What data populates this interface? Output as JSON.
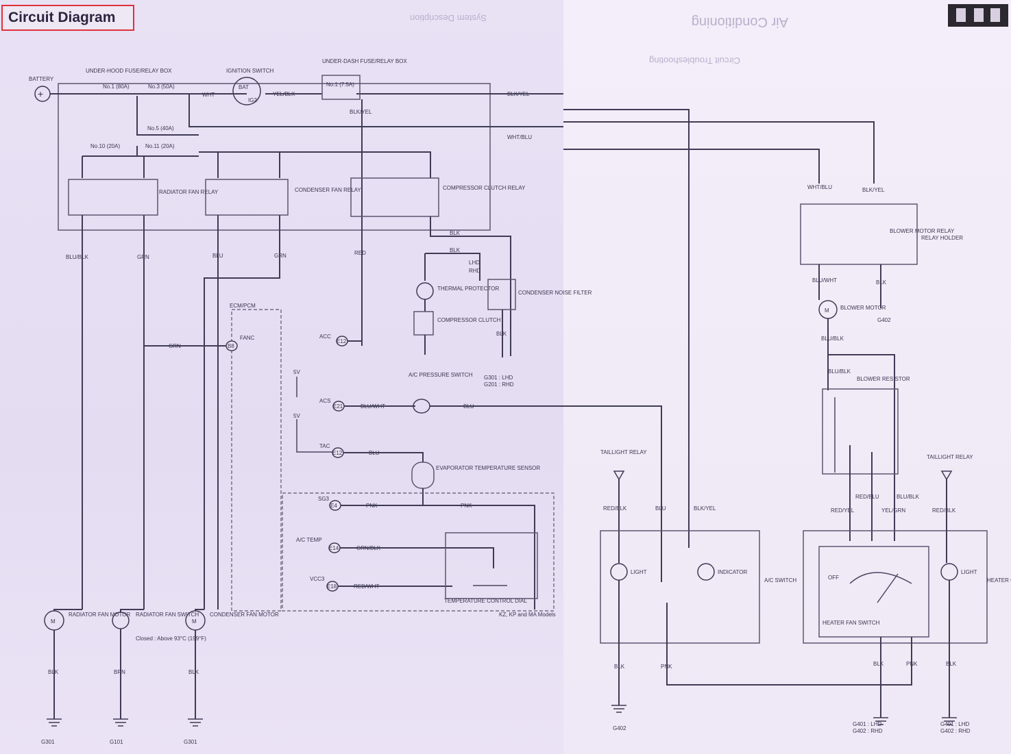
{
  "title": "Circuit Diagram",
  "header_right": {
    "section": "Air Conditioning"
  },
  "left_components": {
    "battery": "BATTERY",
    "underhood_box": "UNDER-HOOD FUSE/RELAY BOX",
    "fuse1": "No.1 (80A)",
    "fuse3": "No.3 (50A)",
    "fuse5": "No.5 (40A)",
    "fuse10": "No.10 (20A)",
    "fuse11": "No.11 (20A)",
    "ignition_switch": "IGNITION SWITCH",
    "bat": "BAT",
    "ig2": "IG2",
    "underdash_box": "UNDER-DASH FUSE/RELAY BOX",
    "dash_fuse": "No.1 (7.5A)",
    "radiator_fan_relay": "RADIATOR FAN RELAY",
    "condenser_fan_relay": "CONDENSER FAN RELAY",
    "compressor_clutch_relay": "COMPRESSOR CLUTCH RELAY",
    "ecm_pcm": "ECM/PCM",
    "fanc": "FANC",
    "acc": "ACC",
    "acs": "ACS",
    "tac": "TAC",
    "sg3": "SG3",
    "ac_temp": "A/C TEMP",
    "vcc3": "VCC3",
    "pin_b8": "B8",
    "pin_e12a": "E12",
    "pin_e21": "E21",
    "pin_e12b": "E12",
    "pin_e4": "E4",
    "pin_e14": "E14",
    "pin_e18": "E18",
    "five_v_a": "5V",
    "five_v_b": "5V",
    "thermal_protector": "THERMAL PROTECTOR",
    "compressor_clutch": "COMPRESSOR CLUTCH",
    "condenser_noise_filter": "CONDENSER NOISE FILTER",
    "ac_pressure_switch": "A/C PRESSURE SWITCH",
    "evap_sensor": "EVAPORATOR TEMPERATURE SENSOR",
    "temp_control_dial": "TEMPERATURE CONTROL DIAL",
    "models_note": "KZ, KP and MA Models",
    "radiator_fan_motor": "RADIATOR FAN MOTOR",
    "radiator_fan_switch": "RADIATOR FAN SWITCH",
    "switch_note": "Closed : Above 93°C (199°F)",
    "condenser_fan_motor": "CONDENSER FAN MOTOR",
    "g301": "G301",
    "g101": "G101",
    "g301b": "G301",
    "ground_g301_lhd": "G301 : LHD",
    "ground_g201_rhd": "G201 : RHD",
    "lhd": "LHD",
    "rhd": "RHD"
  },
  "wire_colors": {
    "wht": "WHT",
    "yel_blk": "YEL/BLK",
    "blk_yel": "BLK/YEL",
    "wht_blu": "WHT/BLU",
    "blu_blk": "BLU/BLK",
    "grn": "GRN",
    "blu": "BLU",
    "red": "RED",
    "blk": "BLK",
    "blu_wht": "BLU/WHT",
    "pnk": "PNK",
    "grn_blk": "GRN/BLK",
    "red_wht": "RED/WHT",
    "red_blk": "RED/BLK",
    "red_yel": "RED/YEL",
    "red_blu": "RED/BLU",
    "yel_grn": "YEL/GRN",
    "brn": "BRN"
  },
  "right_components": {
    "relay_holder": "RELAY HOLDER",
    "blower_motor_relay": "BLOWER MOTOR RELAY",
    "blower_motor": "BLOWER MOTOR",
    "blower_resistor": "BLOWER RESISTOR",
    "taillight_relay_left": "TAILLIGHT RELAY",
    "taillight_relay_right": "TAILLIGHT RELAY",
    "light": "LIGHT",
    "indicator": "INDICATOR",
    "ac_switch": "A/C SWITCH",
    "light_right": "LIGHT",
    "heater_control_panel": "HEATER CONTROL PANEL",
    "heater_fan_switch": "HEATER FAN SWITCH",
    "off": "OFF",
    "g402": "G402",
    "g402b": "G402",
    "g401_lhd": "G401 : LHD",
    "g402_rhd": "G402 : RHD",
    "g401b_lhd": "G401 : LHD",
    "g402b_rhd": "G402 : RHD",
    "m": "M"
  },
  "background_text": {
    "system_description": "System Description",
    "circuit_troubleshooting": "Circuit Troubleshooting"
  }
}
